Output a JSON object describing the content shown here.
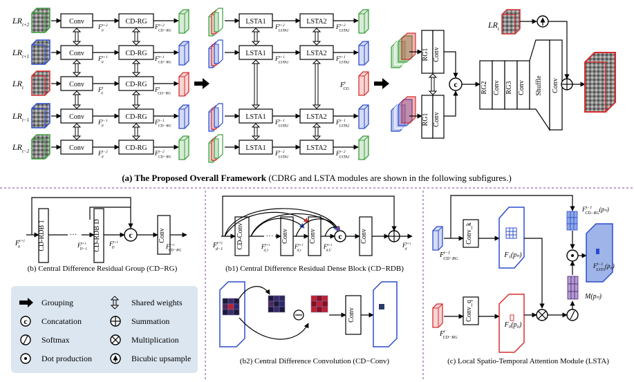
{
  "colors": {
    "green": "#3a9d3a",
    "blue": "#2b4bcc",
    "red": "#d62d2d",
    "purple": "#7a3fa0",
    "legend_bg": "#dce6f0"
  },
  "frames": [
    {
      "label": "LR",
      "sub": "t+2",
      "color": "#3a9d3a"
    },
    {
      "label": "LR",
      "sub": "t+1",
      "color": "#2b4bcc"
    },
    {
      "label": "LR",
      "sub": "t",
      "color": "#d62d2d"
    },
    {
      "label": "LR",
      "sub": "t−1",
      "color": "#2b4bcc"
    },
    {
      "label": "LR",
      "sub": "t−2",
      "color": "#3a9d3a"
    }
  ],
  "stage1": {
    "conv_label": "Conv",
    "cdrg_label": "CD-RG",
    "f0": [
      {
        "b": "F",
        "sub": "0",
        "sup": "t+2"
      },
      {
        "b": "F",
        "sub": "0",
        "sup": "t+1"
      },
      {
        "b": "F",
        "sub": "0",
        "sup": "t"
      },
      {
        "b": "F",
        "sub": "0",
        "sup": "t−1"
      },
      {
        "b": "F",
        "sub": "0",
        "sup": "t−2"
      }
    ],
    "fcd": [
      {
        "b": "F",
        "sub": "CD−RG",
        "sup": "t+2"
      },
      {
        "b": "F",
        "sub": "CD−RG",
        "sup": "t+1"
      },
      {
        "b": "F",
        "sub": "CD−RG",
        "sup": "t"
      },
      {
        "b": "F",
        "sub": "CD−RG",
        "sup": "t−1"
      },
      {
        "b": "F",
        "sub": "CD−RG",
        "sup": "t−2"
      }
    ]
  },
  "stage2": {
    "lsta1": "LSTA1",
    "lsta2": "LSTA2",
    "f1": [
      {
        "b": "F",
        "sub": "LSTA1",
        "sup": "t+2"
      },
      {
        "b": "F",
        "sub": "LSTA1",
        "sup": "t+1"
      },
      {
        "b": "F",
        "sub": "LSTA1",
        "sup": "t−1"
      },
      {
        "b": "F",
        "sub": "LSTA1",
        "sup": "t−2"
      }
    ],
    "f2": [
      {
        "b": "F",
        "sub": "LSTA2",
        "sup": "t+2"
      },
      {
        "b": "F",
        "sub": "LSTA2",
        "sup": "t+1"
      },
      {
        "b": "F",
        "sub": "LSTA2",
        "sup": "t−1"
      },
      {
        "b": "F",
        "sub": "LSTA2",
        "sup": "t−2"
      }
    ],
    "fcg": {
      "b": "F",
      "sub": "CG",
      "sup": "t"
    }
  },
  "stage3": {
    "rg1": "RG1",
    "conv": "Conv",
    "rg2": "RG2",
    "rg3": "RG3",
    "shuffle": "Shuffle",
    "lr_t": {
      "b": "LR",
      "sub": "t"
    }
  },
  "caption_a_bold": "(a) The Proposed Overall Framework",
  "caption_a_rest": " (CDRG and  LSTA modules are shown in the following subfigures.)",
  "panel_b": {
    "rdb1": "CD-RDB 1",
    "dots": "···",
    "rdbd": "CD-RDB D",
    "conv": "Conv",
    "f_in": {
      "b": "F",
      "sub": "0",
      "sup": "t+i"
    },
    "f_dm1": {
      "b": "F",
      "sub": "D−1",
      "sup": "t+i"
    },
    "f_d": {
      "b": "F",
      "sub": "D",
      "sup": "t+i"
    },
    "f_out": {
      "b": "F",
      "sub": "CD−RG",
      "sup": "t+i"
    },
    "caption": "(b) Central Difference Residual Group (CD−RG)"
  },
  "panel_b1": {
    "cdconv": "CD-Conv",
    "conv": "Conv",
    "dots": "···",
    "f_in": {
      "b": "F",
      "sub": "d−1",
      "sup": "t+i"
    },
    "f_d1": {
      "b": "F",
      "sub": "d,1",
      "sup": "t+i"
    },
    "f_dc": {
      "b": "F",
      "sub": "d,c",
      "sup": "t+i"
    },
    "f_dC": {
      "b": "F",
      "sub": "d,C",
      "sup": "t+i"
    },
    "f_out": {
      "b": "F",
      "sub": "d",
      "sup": "t+i"
    },
    "caption": "(b1) Central Difference Residual Dense Block (CD−RDB)"
  },
  "panel_b2": {
    "conv": "Conv",
    "caption": "(b2) Central Difference Convolution (CD−Conv)"
  },
  "panel_c": {
    "convk": "Conv_k",
    "convq": "Conv_q",
    "f_k_in": {
      "b": "F",
      "sub": "CD−RG",
      "sup": "t−1"
    },
    "f_q_in": {
      "b": "F",
      "sub": "CD−RG",
      "sup": "t"
    },
    "f1pn": "F₁(pₙ)",
    "f0p0": "F₀(p₀)",
    "mpn": "M(pₙ)",
    "f_top": "F",
    "f_top_sup": "t−1",
    "f_top_sub": "CD−RG",
    "f_top_tail": "(pₙ)",
    "f_out": "F",
    "f_out_sup": "t−1",
    "f_out_sub": "LSTA",
    "f_out_tail": "(p₀)",
    "caption": "(c) Local Spatio-Temporal Attention Module (LSTA)"
  },
  "legend": {
    "items": [
      {
        "icon": "arrow-icon",
        "label": "Grouping"
      },
      {
        "icon": "shared-weights-icon",
        "label": "Shared weights"
      },
      {
        "icon": "concat-icon",
        "label": "Concatation"
      },
      {
        "icon": "summation-icon",
        "label": "Summation"
      },
      {
        "icon": "softmax-icon",
        "label": "Softmax"
      },
      {
        "icon": "multiplication-icon",
        "label": "Multiplication"
      },
      {
        "icon": "dot-icon",
        "label": "Dot production"
      },
      {
        "icon": "upsample-icon",
        "label": "Bicubic upsample"
      }
    ]
  }
}
